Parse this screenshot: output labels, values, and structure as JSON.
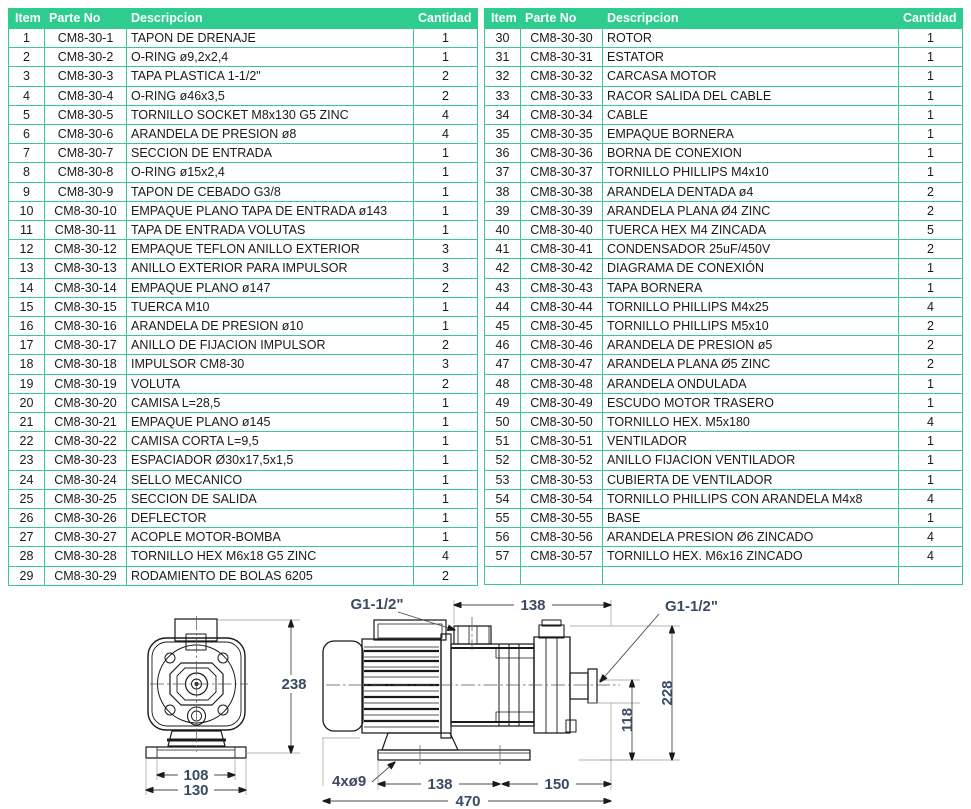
{
  "table": {
    "headers": [
      "Item",
      "Parte No",
      "Descripcion",
      "Cantidad"
    ],
    "left_rows": [
      {
        "item": "1",
        "part": "CM8-30-1",
        "desc": "TAPON DE DRENAJE",
        "qty": "1"
      },
      {
        "item": "2",
        "part": "CM8-30-2",
        "desc": "O-RING ø9,2x2,4",
        "qty": "1"
      },
      {
        "item": "3",
        "part": "CM8-30-3",
        "desc": "TAPA PLASTICA 1-1/2\"",
        "qty": "2"
      },
      {
        "item": "4",
        "part": "CM8-30-4",
        "desc": "O-RING ø46x3,5",
        "qty": "2"
      },
      {
        "item": "5",
        "part": "CM8-30-5",
        "desc": "TORNILLO SOCKET M8x130 G5 ZINC",
        "qty": "4"
      },
      {
        "item": "6",
        "part": "CM8-30-6",
        "desc": "ARANDELA DE PRESION ø8",
        "qty": "4"
      },
      {
        "item": "7",
        "part": "CM8-30-7",
        "desc": "SECCION DE ENTRADA",
        "qty": "1"
      },
      {
        "item": "8",
        "part": "CM8-30-8",
        "desc": "O-RING ø15x2,4",
        "qty": "1"
      },
      {
        "item": "9",
        "part": "CM8-30-9",
        "desc": "TAPON DE CEBADO G3/8",
        "qty": "1"
      },
      {
        "item": "10",
        "part": "CM8-30-10",
        "desc": "EMPAQUE PLANO TAPA DE ENTRADA ø143",
        "qty": "1"
      },
      {
        "item": "11",
        "part": "CM8-30-11",
        "desc": "TAPA DE ENTRADA VOLUTAS",
        "qty": "1"
      },
      {
        "item": "12",
        "part": "CM8-30-12",
        "desc": "EMPAQUE TEFLON ANILLO EXTERIOR",
        "qty": "3"
      },
      {
        "item": "13",
        "part": "CM8-30-13",
        "desc": "ANILLO EXTERIOR PARA IMPULSOR",
        "qty": "3"
      },
      {
        "item": "14",
        "part": "CM8-30-14",
        "desc": "EMPAQUE PLANO  ø147",
        "qty": "2"
      },
      {
        "item": "15",
        "part": "CM8-30-15",
        "desc": "TUERCA M10",
        "qty": "1"
      },
      {
        "item": "16",
        "part": "CM8-30-16",
        "desc": "ARANDELA DE PRESION ø10",
        "qty": "1"
      },
      {
        "item": "17",
        "part": "CM8-30-17",
        "desc": "ANILLO DE FIJACION IMPULSOR",
        "qty": "2"
      },
      {
        "item": "18",
        "part": "CM8-30-18",
        "desc": "IMPULSOR CM8-30",
        "qty": "3"
      },
      {
        "item": "19",
        "part": "CM8-30-19",
        "desc": "VOLUTA",
        "qty": "2"
      },
      {
        "item": "20",
        "part": "CM8-30-20",
        "desc": "CAMISA L=28,5",
        "qty": "1"
      },
      {
        "item": "21",
        "part": "CM8-30-21",
        "desc": "EMPAQUE PLANO ø145",
        "qty": "1"
      },
      {
        "item": "22",
        "part": "CM8-30-22",
        "desc": "CAMISA CORTA L=9,5",
        "qty": "1"
      },
      {
        "item": "23",
        "part": "CM8-30-23",
        "desc": "ESPACIADOR Ø30x17,5x1,5",
        "qty": "1"
      },
      {
        "item": "24",
        "part": "CM8-30-24",
        "desc": "SELLO MECANICO",
        "qty": "1"
      },
      {
        "item": "25",
        "part": "CM8-30-25",
        "desc": "SECCION DE SALIDA",
        "qty": "1"
      },
      {
        "item": "26",
        "part": "CM8-30-26",
        "desc": "DEFLECTOR",
        "qty": "1"
      },
      {
        "item": "27",
        "part": "CM8-30-27",
        "desc": "ACOPLE MOTOR-BOMBA",
        "qty": "1"
      },
      {
        "item": "28",
        "part": "CM8-30-28",
        "desc": "TORNILLO HEX M6x18 G5 ZINC",
        "qty": "4"
      },
      {
        "item": "29",
        "part": "CM8-30-29",
        "desc": "RODAMIENTO DE BOLAS 6205",
        "qty": "2"
      }
    ],
    "right_rows": [
      {
        "item": "30",
        "part": "CM8-30-30",
        "desc": "ROTOR",
        "qty": "1"
      },
      {
        "item": "31",
        "part": "CM8-30-31",
        "desc": "ESTATOR",
        "qty": "1"
      },
      {
        "item": "32",
        "part": "CM8-30-32",
        "desc": "CARCASA MOTOR",
        "qty": "1"
      },
      {
        "item": "33",
        "part": "CM8-30-33",
        "desc": "RACOR SALIDA DEL CABLE",
        "qty": "1"
      },
      {
        "item": "34",
        "part": "CM8-30-34",
        "desc": "CABLE",
        "qty": "1"
      },
      {
        "item": "35",
        "part": "CM8-30-35",
        "desc": "EMPAQUE BORNERA",
        "qty": "1"
      },
      {
        "item": "36",
        "part": "CM8-30-36",
        "desc": "BORNA DE CONEXION",
        "qty": "1"
      },
      {
        "item": "37",
        "part": "CM8-30-37",
        "desc": "TORNILLO PHILLIPS M4x10",
        "qty": "1"
      },
      {
        "item": "38",
        "part": "CM8-30-38",
        "desc": "ARANDELA DENTADA ø4",
        "qty": "2"
      },
      {
        "item": "39",
        "part": "CM8-30-39",
        "desc": "ARANDELA PLANA Ø4 ZINC",
        "qty": "2"
      },
      {
        "item": "40",
        "part": "CM8-30-40",
        "desc": "TUERCA HEX M4 ZINCADA",
        "qty": "5"
      },
      {
        "item": "41",
        "part": "CM8-30-41",
        "desc": "CONDENSADOR 25uF/450V",
        "qty": "2"
      },
      {
        "item": "42",
        "part": "CM8-30-42",
        "desc": "DIAGRAMA DE CONEXIÓN",
        "qty": "1"
      },
      {
        "item": "43",
        "part": "CM8-30-43",
        "desc": "TAPA BORNERA",
        "qty": "1"
      },
      {
        "item": "44",
        "part": "CM8-30-44",
        "desc": "TORNILLO PHILLIPS M4x25",
        "qty": "4"
      },
      {
        "item": "45",
        "part": "CM8-30-45",
        "desc": "TORNILLO PHILLIPS M5x10",
        "qty": "2"
      },
      {
        "item": "46",
        "part": "CM8-30-46",
        "desc": "ARANDELA DE PRESION ø5",
        "qty": "2"
      },
      {
        "item": "47",
        "part": "CM8-30-47",
        "desc": "ARANDELA PLANA Ø5 ZINC",
        "qty": "2"
      },
      {
        "item": "48",
        "part": "CM8-30-48",
        "desc": "ARANDELA ONDULADA",
        "qty": "1"
      },
      {
        "item": "49",
        "part": "CM8-30-49",
        "desc": "ESCUDO MOTOR TRASERO",
        "qty": "1"
      },
      {
        "item": "50",
        "part": "CM8-30-50",
        "desc": "TORNILLO HEX. M5x180",
        "qty": "4"
      },
      {
        "item": "51",
        "part": "CM8-30-51",
        "desc": "VENTILADOR",
        "qty": "1"
      },
      {
        "item": "52",
        "part": "CM8-30-52",
        "desc": "ANILLO FIJACION VENTILADOR",
        "qty": "1"
      },
      {
        "item": "53",
        "part": "CM8-30-53",
        "desc": "CUBIERTA DE VENTILADOR",
        "qty": "1"
      },
      {
        "item": "54",
        "part": "CM8-30-54",
        "desc": "TORNILLO PHILLIPS CON ARANDELA M4x8",
        "qty": "4"
      },
      {
        "item": "55",
        "part": "CM8-30-55",
        "desc": "BASE",
        "qty": "1"
      },
      {
        "item": "56",
        "part": "CM8-30-56",
        "desc": "ARANDELA PRESION Ø6 ZINCADO",
        "qty": "4"
      },
      {
        "item": "57",
        "part": "CM8-30-57",
        "desc": "TORNILLO HEX. M6x16 ZINCADO",
        "qty": "4"
      },
      {
        "item": "",
        "part": "",
        "desc": "",
        "qty": ""
      }
    ]
  },
  "drawing": {
    "dimensions": {
      "front_height": "238",
      "front_foot_inner": "108",
      "front_foot_outer": "130",
      "top_suction": "138",
      "base_hole_note": "4xø9",
      "base_length_1": "138",
      "base_length_2": "150",
      "total_length": "470",
      "discharge_height": "118",
      "overall_height": "228"
    },
    "callouts": {
      "port_top": "G1-1/2\"",
      "port_right": "G1-1/2\""
    }
  },
  "colors": {
    "header_green": "#2ecc8f",
    "grid_green": "#3cc98e",
    "dimension_text": "#3a4a63",
    "drawing_line": "#1a1a1a"
  }
}
